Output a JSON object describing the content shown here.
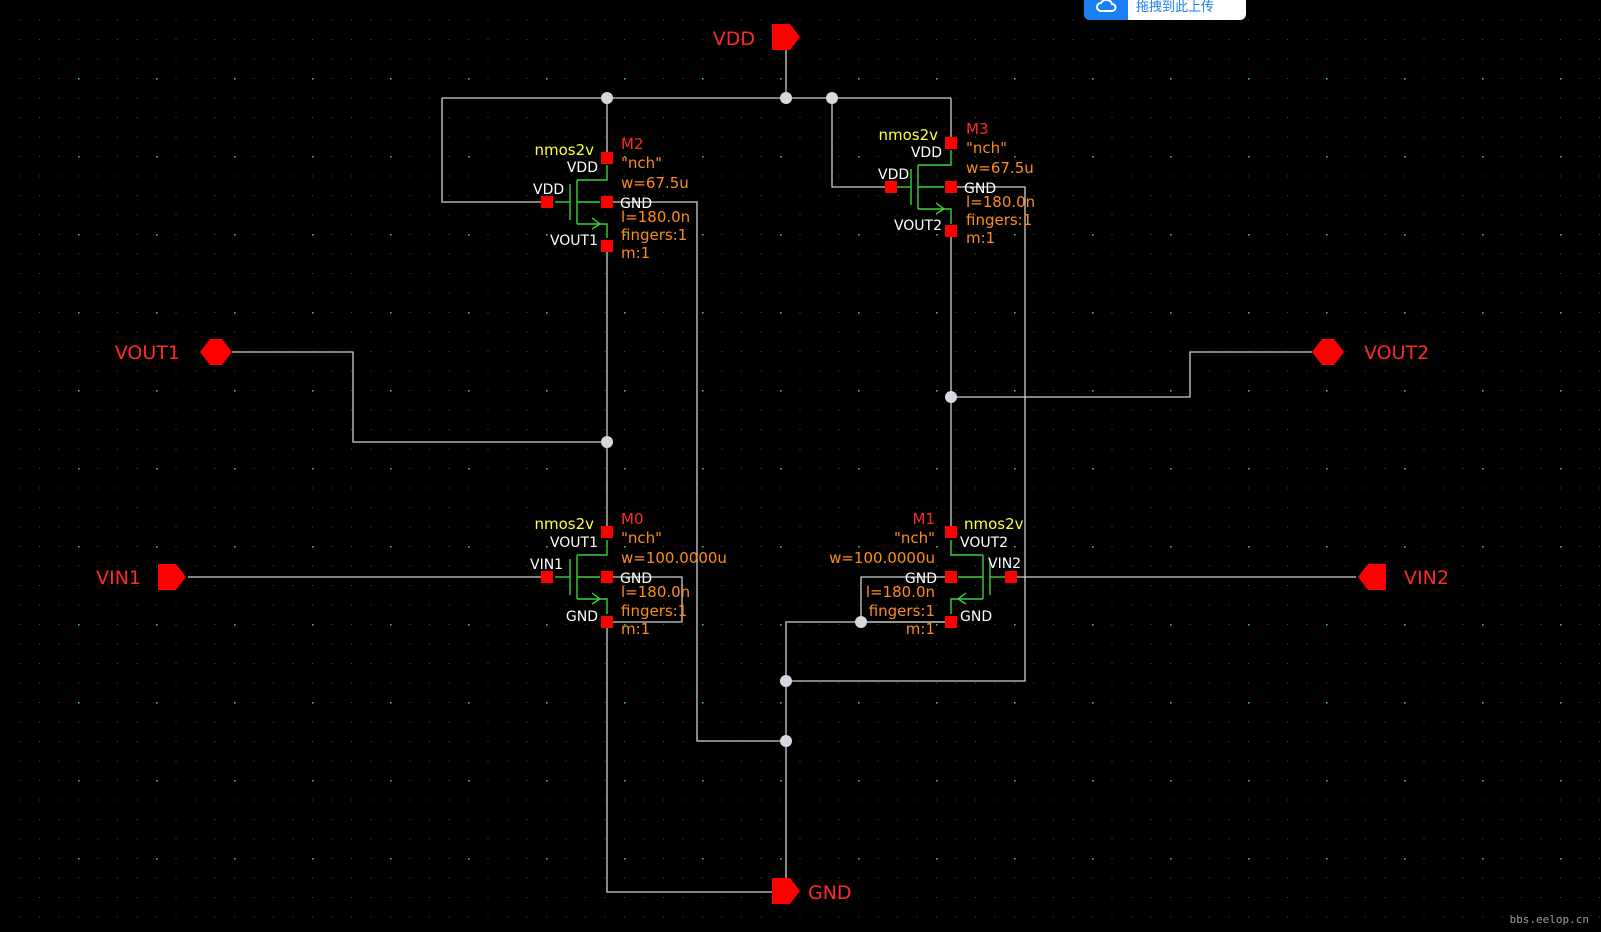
{
  "colors": {
    "wire": "#cfcfcf",
    "pin": "#ff0000",
    "label_red": "#ff2a2a",
    "label_white": "#ffffff",
    "label_yellow": "#ffff40",
    "label_orange": "#ff8c1a",
    "symbol_green": "#3ccf3c",
    "junction": "#d8d8e0",
    "grid_dot": "#2bd52b"
  },
  "pins": {
    "vdd": "VDD",
    "gnd": "GND",
    "vout1": "VOUT1",
    "vout2": "VOUT2",
    "vin1": "VIN1",
    "vin2": "VIN2"
  },
  "devices": {
    "m2": {
      "instance": "M2",
      "cell": "nmos2v",
      "model": "\"nch\"",
      "w": "w=67.5u",
      "l": "l=180.0n",
      "fingers": "fingers:1",
      "m": "m:1",
      "term_top": "VDD",
      "term_gate": "VDD",
      "term_bulk": "GND",
      "term_bottom": "VOUT1"
    },
    "m3": {
      "instance": "M3",
      "cell": "nmos2v",
      "model": "\"nch\"",
      "w": "w=67.5u",
      "l": "l=180.0n",
      "fingers": "fingers:1",
      "m": "m:1",
      "term_top": "VDD",
      "term_gate": "VDD",
      "term_bulk": "GND",
      "term_bottom": "VOUT2"
    },
    "m0": {
      "instance": "M0",
      "cell": "nmos2v",
      "model": "\"nch\"",
      "w": "w=100.0000u",
      "l": "l=180.0n",
      "fingers": "fingers:1",
      "m": "m:1",
      "term_top": "VOUT1",
      "term_gate": "VIN1",
      "term_bulk": "GND",
      "term_bottom": "GND"
    },
    "m1": {
      "instance": "M1",
      "cell": "nmos2v",
      "model": "\"nch\"",
      "w": "w=100.0000u",
      "l": "l=180.0n",
      "fingers": "fingers:1",
      "m": "m:1",
      "term_top": "VOUT2",
      "term_gate": "VIN2",
      "term_bulk": "GND",
      "term_bottom": "GND"
    }
  },
  "overlay": {
    "upload_label": "拖拽到此上传",
    "upload_icon": "upload-cloud-icon"
  },
  "watermark": "bbs.eelop.cn"
}
